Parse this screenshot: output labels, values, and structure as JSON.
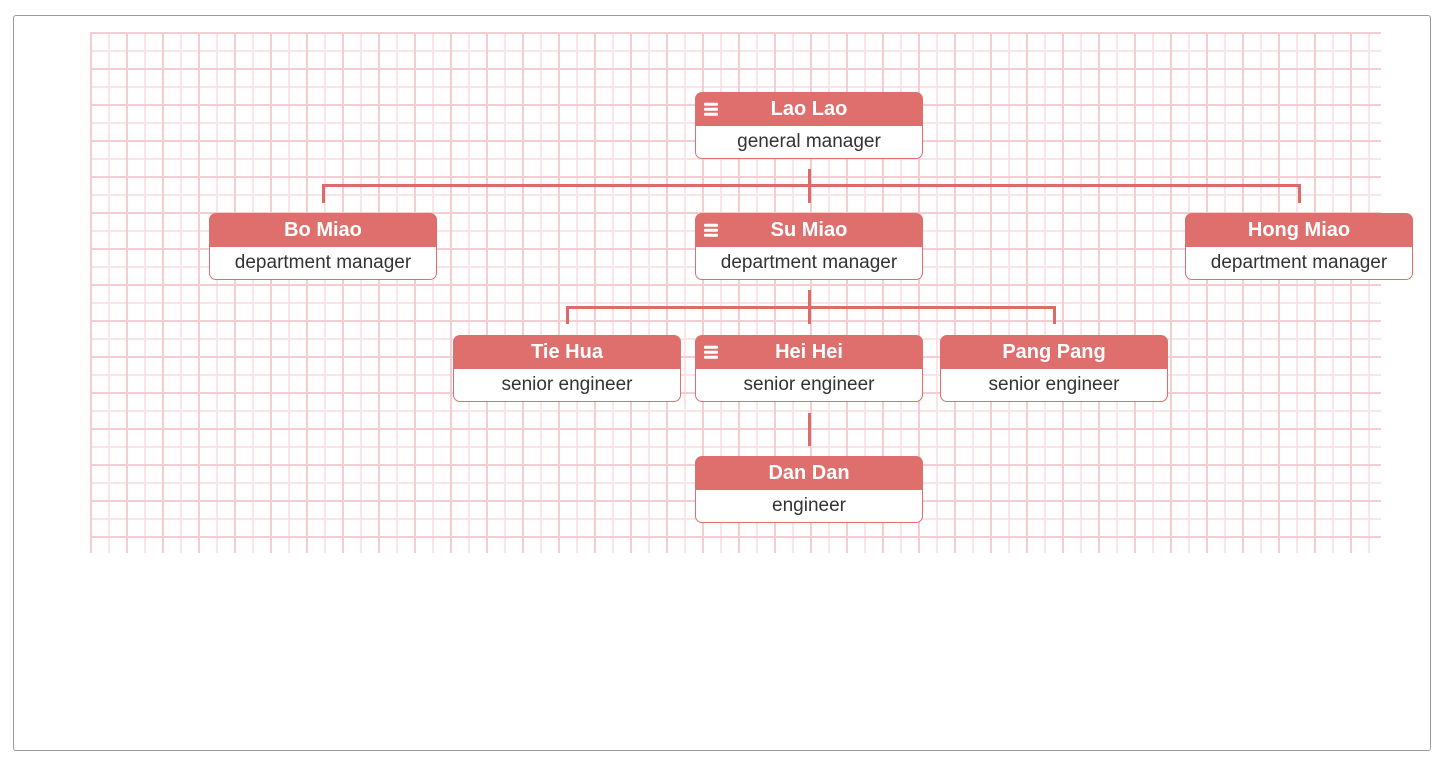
{
  "diagram": {
    "type": "org-chart",
    "nodes": [
      {
        "name": "Lao Lao",
        "title": "general manager",
        "has_children_menu": true
      },
      {
        "name": "Bo Miao",
        "title": "department manager",
        "has_children_menu": false
      },
      {
        "name": "Su Miao",
        "title": "department manager",
        "has_children_menu": true
      },
      {
        "name": "Hong Miao",
        "title": "department manager",
        "has_children_menu": false
      },
      {
        "name": "Tie Hua",
        "title": "senior engineer",
        "has_children_menu": false
      },
      {
        "name": "Hei Hei",
        "title": "senior engineer",
        "has_children_menu": true
      },
      {
        "name": "Pang Pang",
        "title": "senior engineer",
        "has_children_menu": false
      },
      {
        "name": "Dan Dan",
        "title": "engineer",
        "has_children_menu": false
      }
    ],
    "edges": [
      {
        "from": "Lao Lao",
        "to": "Bo Miao"
      },
      {
        "from": "Lao Lao",
        "to": "Su Miao"
      },
      {
        "from": "Lao Lao",
        "to": "Hong Miao"
      },
      {
        "from": "Su Miao",
        "to": "Tie Hua"
      },
      {
        "from": "Su Miao",
        "to": "Hei Hei"
      },
      {
        "from": "Su Miao",
        "to": "Pang Pang"
      },
      {
        "from": "Hei Hei",
        "to": "Dan Dan"
      }
    ],
    "colors": {
      "node_header": "#DE6F6D",
      "node_border": "#DE6F6D",
      "connector": "#DC6C6A",
      "grid_line_minor": "#FAE4E6",
      "grid_line_major": "#F3CDD1",
      "frame_border": "#9A9A9A",
      "title_text": "#FFFFFF",
      "content_text": "#333333"
    }
  }
}
